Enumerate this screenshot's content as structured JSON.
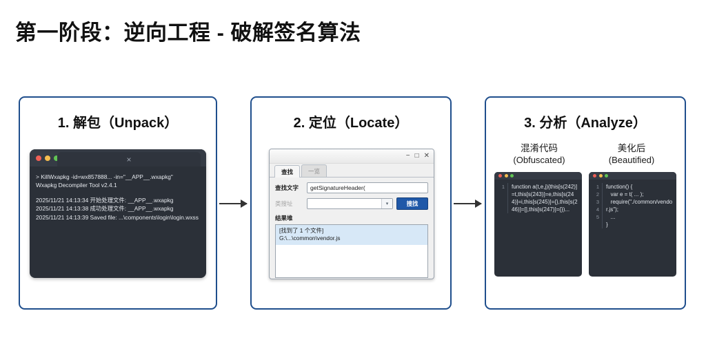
{
  "title": "第一阶段：逆向工程 - 破解签名算法",
  "panels": [
    {
      "heading": "1. 解包（Unpack）",
      "terminal": {
        "close_icon": "×",
        "lines": [
          "> KillWxapkg -id=wx857888... -in=\"__APP__.wxapkg\"",
          "Wxapkg Decompiler Tool v2.4.1"
        ],
        "log_lines": [
          "2025/11/21 14:13:34 开始处理文件: __APP__.wxapkg",
          "2025/11/21 14:13:38 成功处理文件: __APP__.wxapkg",
          "2025/11/21 14:13:39 Saved file: ...\\components\\login\\login.wxss"
        ]
      }
    },
    {
      "heading": "2. 定位（Locate）",
      "dialog": {
        "window_buttons": {
          "minimize": "−",
          "maximize": "□",
          "close": "✕"
        },
        "tabs": [
          {
            "label": "查找",
            "active": true
          },
          {
            "label": "一览",
            "active": false
          }
        ],
        "search_text_label": "查找文字",
        "search_text_value": "getSignatureHeader(",
        "folder_label": "类搜址",
        "folder_value": "",
        "combo_arrow_icon": "▾",
        "search_button": "搜找",
        "results_label": "结果堆",
        "results": [
          "[找到了 1 个文件]",
          "G:\\...\\common\\vendor.js"
        ]
      }
    },
    {
      "heading": "3. 分析（Analyze）",
      "code_panes": [
        {
          "sub_heading_cn": "混淆代码",
          "sub_heading_en": "(Obfuscated)",
          "gutter": [
            "1"
          ],
          "code": "function a(t,e,j){this[s(242)]=t,this[s(243)]=e,this[s(244)]=i,this[s(245)]={},this[s(246)]=[],this[s(247)]={})..."
        },
        {
          "sub_heading_cn": "美化后",
          "sub_heading_en": "(Beautified)",
          "gutter": [
            "1",
            "2",
            "3",
            "4",
            "5"
          ],
          "code": "function() {\n   var e = t( ... );\n   require(\"./common/vendor.js\");\n   ...\n}"
        }
      ]
    }
  ],
  "arrows": {
    "glyph": "→",
    "count": 2
  },
  "colors": {
    "panel_border": "#1f4e8c",
    "terminal_bg": "#2b3038",
    "button_blue": "#1f58a8",
    "selection_blue": "#d7e8f7"
  }
}
